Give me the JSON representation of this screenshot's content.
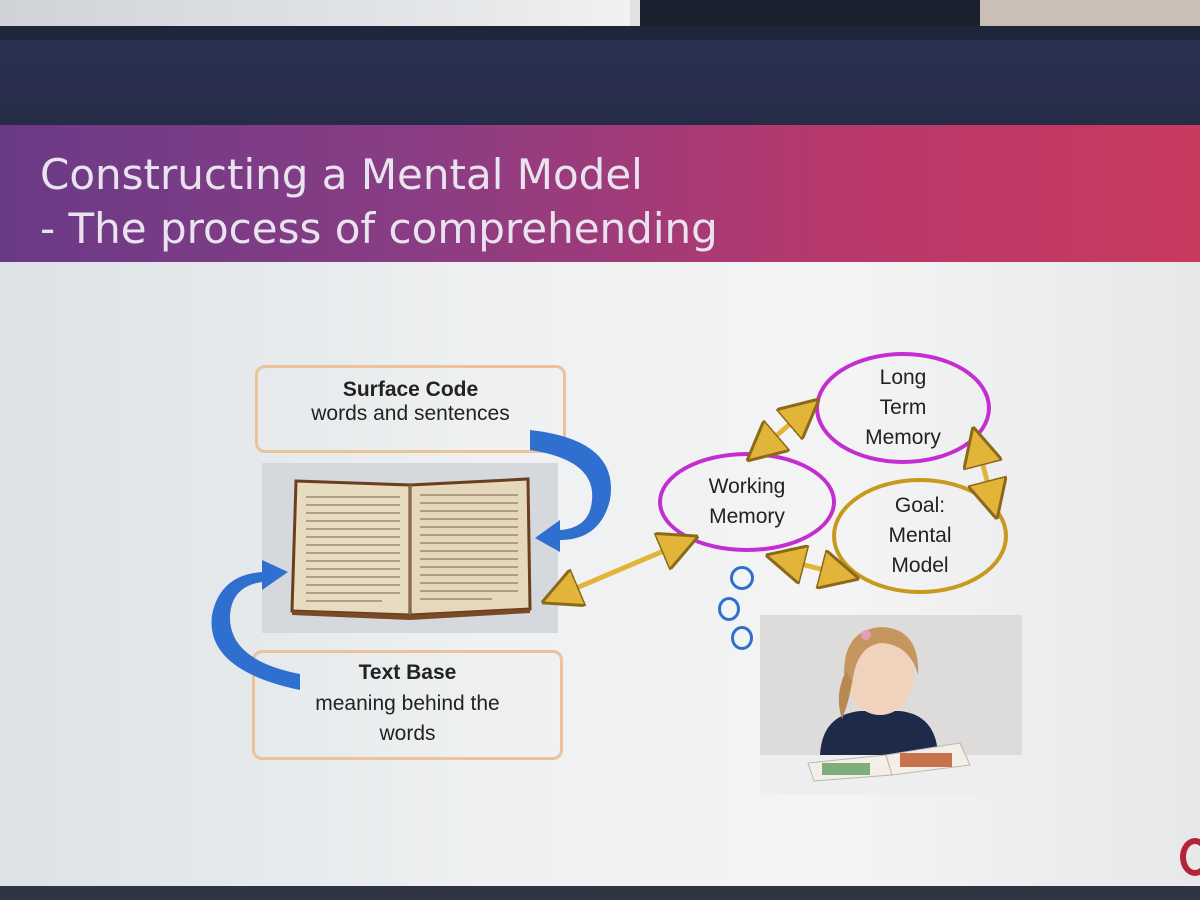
{
  "slide": {
    "title_line1": "Constructing a Mental Model",
    "title_line2": "- The process of comprehending"
  },
  "diagram": {
    "surface_code": {
      "title": "Surface Code",
      "subtitle": "words and sentences"
    },
    "text_base": {
      "title": "Text Base",
      "subtitle": "meaning behind the words"
    },
    "working_memory": "Working Memory",
    "long_term_memory": "Long Term Memory",
    "goal": "Goal: Mental Model"
  },
  "colors": {
    "title_gradient_start": "#6a3a86",
    "title_gradient_end": "#c83a5e",
    "box_border": "#eac39a",
    "memory_border": "#c32ed0",
    "goal_border": "#c79a1f",
    "blue_arrow": "#2f6fd0",
    "gold_arrow": "#e3b43a"
  }
}
